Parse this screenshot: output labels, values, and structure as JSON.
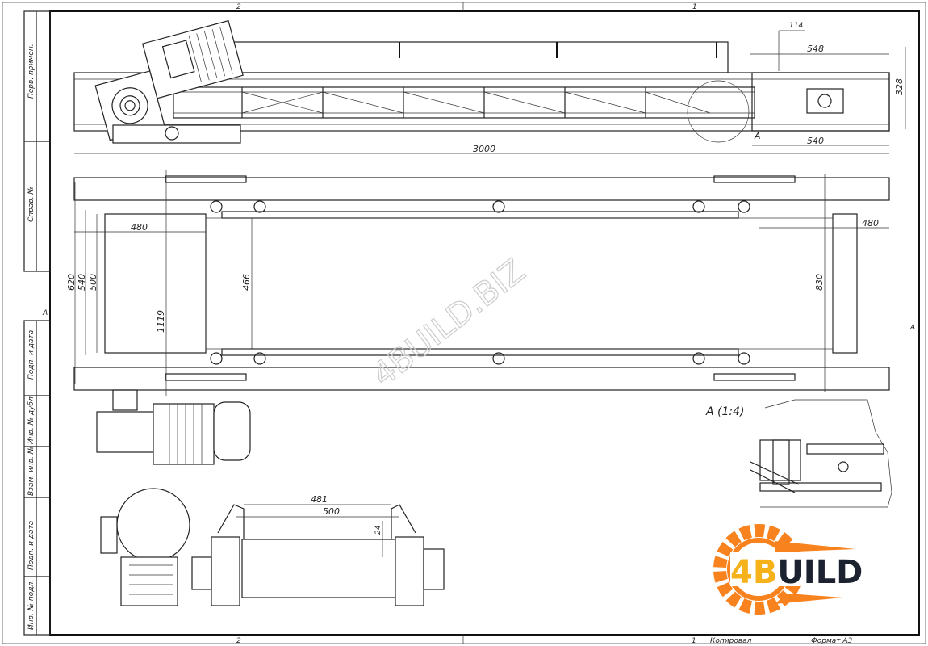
{
  "sheet": {
    "zone_columns": [
      "2",
      "1"
    ],
    "zone_row": "A",
    "side_labels": [
      "Перв. примен.",
      "Справ. №",
      "Подп. и дата",
      "Инв. № дубл.",
      "Взам. инв. №",
      "Подп. и дата",
      "Инв. № подл."
    ],
    "footer": {
      "sheet": "1",
      "copied": "Копировал",
      "format": "Формат А3"
    }
  },
  "top_view": {
    "dimensions": {
      "d114": "114",
      "d548": "548",
      "d328": "328",
      "d540": "540",
      "d3000": "3000"
    },
    "detail_marker": "A"
  },
  "plan_view": {
    "dimensions": {
      "d480_left": "480",
      "d480_right": "480",
      "d620": "620",
      "d540": "540",
      "d500": "500",
      "d466": "466",
      "d1119": "1119",
      "d830": "830"
    }
  },
  "detail": {
    "title": "A (1:4)"
  },
  "end_view": {
    "dimensions": {
      "d481": "481",
      "d500": "500",
      "d24": "24"
    }
  },
  "watermark": "4BUILD.BIZ",
  "logo": {
    "text": "4BUILD",
    "prefix": "4B",
    "rest": "UILD",
    "colors": {
      "gear": "#f7821e",
      "prefix": "#f5b21b",
      "text": "#1d2230"
    }
  }
}
